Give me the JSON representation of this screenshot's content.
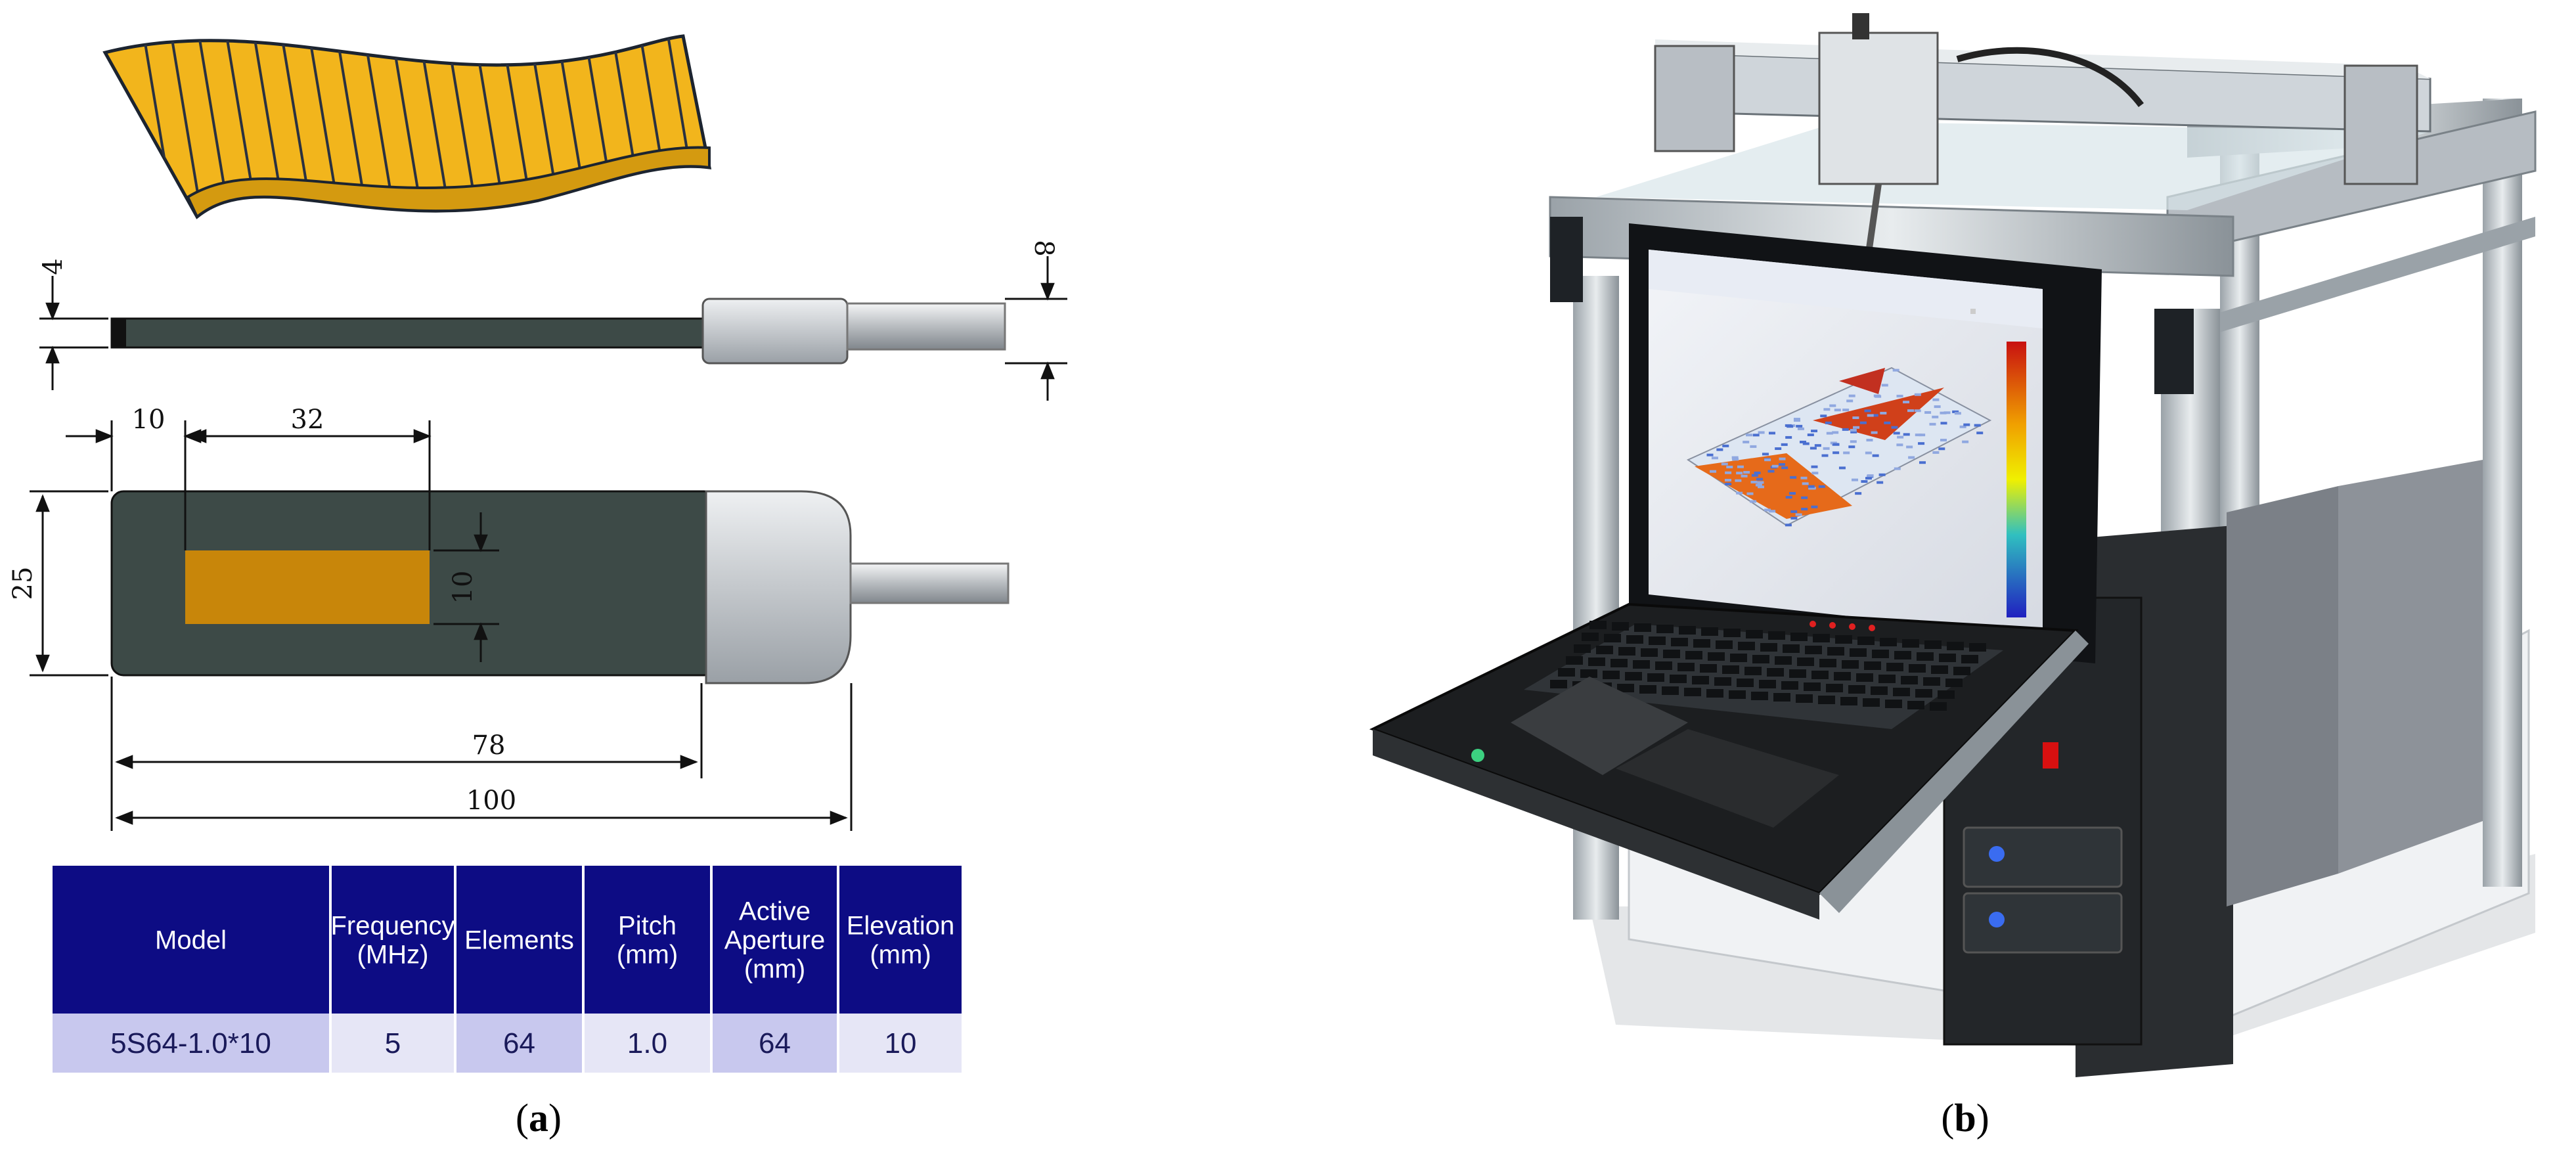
{
  "panel_a": {
    "caption": "a",
    "dimensions": {
      "thickness": "4",
      "connector_height": "8",
      "offset": "10",
      "aperture_length": "32",
      "width": "25",
      "aperture_width": "10",
      "body_length": "78",
      "total_length": "100"
    },
    "spec_table": {
      "headers": [
        [
          "Model"
        ],
        [
          "Frequency",
          "(MHz)"
        ],
        [
          "Elements"
        ],
        [
          "Pitch",
          "(mm)"
        ],
        [
          "Active",
          "Aperture",
          "(mm)"
        ],
        [
          "Elevation",
          "(mm)"
        ]
      ],
      "row": [
        "5S64-1.0*10",
        "5",
        "64",
        "1.0",
        "64",
        "10"
      ]
    }
  },
  "panel_b": {
    "caption": "b",
    "photo_description": "Ultrasonic scanning gantry with rack-mounted monitor showing C-scan image and keyboard drawer"
  },
  "colors": {
    "probe_body": "#3d4a47",
    "aperture": "#c8860a",
    "flexible_array": "#f2b51c",
    "table_header": "#0d0c84",
    "table_row_light": "#e6e6f6",
    "table_row_dark": "#c8c8ee"
  }
}
